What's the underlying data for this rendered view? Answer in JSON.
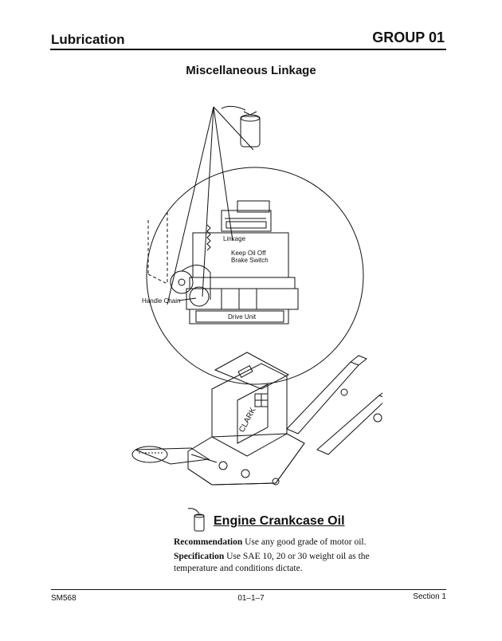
{
  "header": {
    "left_title": "Lubrication",
    "right_title": "GROUP 01"
  },
  "section_title": "Miscellaneous Linkage",
  "figure": {
    "callouts": {
      "linkage": "Linkage",
      "keep_oil_1": "Keep Oil Off",
      "keep_oil_2": "Brake Switch",
      "handle_chain": "Handle Chain",
      "drive_unit": "Drive Unit"
    },
    "truck_brand_text": "CLARK"
  },
  "engine_oil": {
    "heading": "Engine Crankcase Oil",
    "recommendation_label": "Recommendation",
    "recommendation_text": " Use any good grade of motor oil.",
    "specification_label": "Specification",
    "specification_text": " Use SAE 10, 20 or 30 weight oil as the temperature and conditions dictate."
  },
  "footer": {
    "left": "SM568",
    "center": "01–1–7",
    "right": "Section 1"
  }
}
